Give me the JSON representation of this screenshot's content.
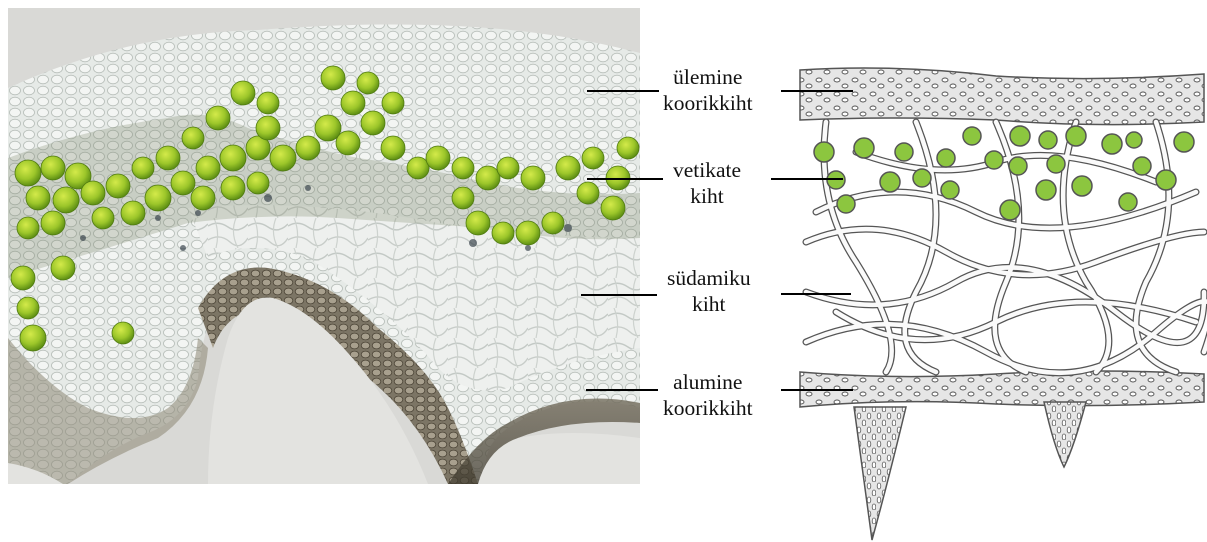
{
  "figure": {
    "panels": [
      {
        "name": "micrograph",
        "description_icon": "photo"
      },
      {
        "name": "illustration",
        "description_icon": "drawing"
      }
    ],
    "labels": [
      {
        "line1": "ülemine",
        "line2": "koorikkiht"
      },
      {
        "line1": "vetikate",
        "line2": "kiht"
      },
      {
        "line1": "südamiku",
        "line2": "kiht"
      },
      {
        "line1": "alumine",
        "line2": "koorikkiht"
      }
    ],
    "colors": {
      "algae": "#9cc62a",
      "algae_dark": "#5e8f14",
      "drawing_algae": "#8cc63f",
      "drawing_fill": "#e6e6e6",
      "drawing_stroke": "#555555",
      "tissue_light": "#dfe4e0",
      "tissue_dark": "#4b4436",
      "background": "#d9d9d6"
    }
  }
}
